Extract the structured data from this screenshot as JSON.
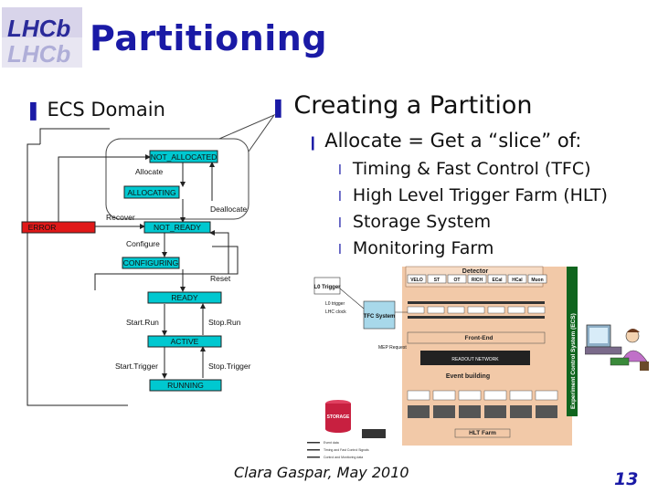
{
  "slide": {
    "logo_text": "LHCb",
    "title": "Partitioning",
    "ecs_domain": "ECS Domain",
    "creating_partition": "Creating a Partition",
    "allocate_line": "Allocate = Get a “slice” of:",
    "items": [
      "Timing & Fast Control (TFC)",
      "High Level Trigger Farm (HLT)",
      "Storage System",
      "Monitoring Farm"
    ],
    "footer": "Clara Gaspar, May 2010",
    "page_number": "13"
  },
  "fsm": {
    "states": [
      "NOT_ALLOCATED",
      "ALLOCATING",
      "ERROR",
      "NOT_READY",
      "CONFIGURING",
      "READY",
      "ACTIVE",
      "RUNNING"
    ],
    "transitions": [
      "Allocate",
      "Deallocate",
      "Recover",
      "Configure",
      "Reset",
      "Start.Run",
      "Stop.Run",
      "Start.Trigger",
      "Stop.Trigger"
    ]
  },
  "arch": {
    "detector": "Detector",
    "subdetectors": [
      "VELO",
      "ST",
      "OT",
      "RICH",
      "ECal",
      "HCal",
      "Muon"
    ],
    "l0_trigger": "L0 Trigger",
    "l0_label": "L0 trigger",
    "lhc_clock": "LHC clock",
    "tfc": "TFC System",
    "front_end": "Front-End",
    "mep_request": "MEP Request",
    "readout_network": "READOUT NETWORK",
    "event_building": "Event building",
    "storage": "STORAGE",
    "hlt_farm": "HLT Farm",
    "ecs_vertical": "Experiment Control System (ECS)",
    "legend": [
      "Event data",
      "Timing and Fast Control Signals",
      "Control and Monitoring data"
    ]
  },
  "colors": {
    "title": "#1a1aa6",
    "state_fill": "#00c8d0",
    "error_fill": "#e01818",
    "arch_bg": "#f2c9a8",
    "ecs_bar": "#10651e"
  }
}
